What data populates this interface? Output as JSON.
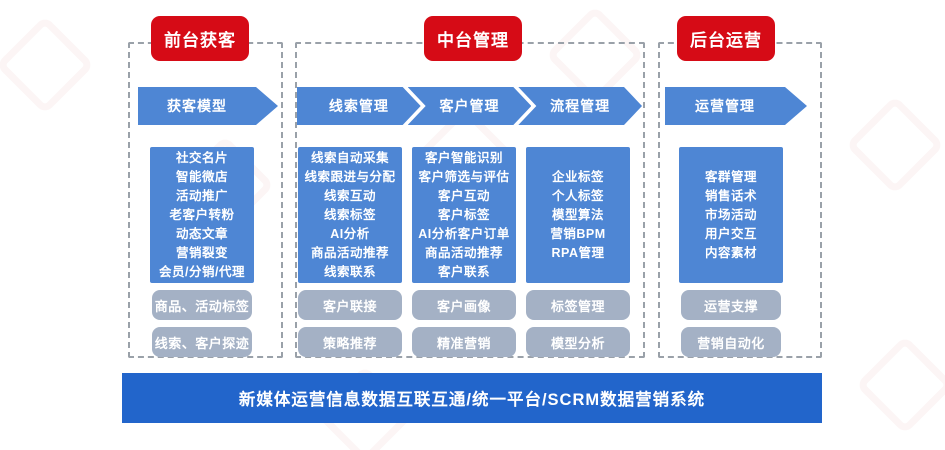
{
  "banner": {
    "text": "新媒体运营信息数据互联互通/统一平台/SCRM数据营销系统"
  },
  "colors": {
    "primary_blue": "#4e86d4",
    "banner_blue": "#2265cb",
    "badge_red": "#d60b16",
    "pill_gray": "#a4b1c5",
    "frame_dash_gray": "#9aa1a9"
  },
  "sections": [
    {
      "badge": "前台获客",
      "arrows": [
        "获客模型"
      ],
      "groups": [
        {
          "items": [
            "社交名片",
            "智能微店",
            "活动推广",
            "老客户转粉",
            "动态文章",
            "营销裂变",
            "会员/分销/代理"
          ],
          "pills": [
            "商品、活动标签",
            "线索、客户探迹"
          ]
        }
      ]
    },
    {
      "badge": "中台管理",
      "arrows": [
        "线索管理",
        "客户管理",
        "流程管理"
      ],
      "groups": [
        {
          "items": [
            "线索自动采集",
            "线索跟进与分配",
            "线索互动",
            "线索标签",
            "AI分析",
            "商品活动推荐",
            "线索联系"
          ],
          "pills": [
            "客户联接",
            "策略推荐"
          ]
        },
        {
          "items": [
            "客户智能识别",
            "客户筛选与评估",
            "客户互动",
            "客户标签",
            "AI分析客户订单",
            "商品活动推荐",
            "客户联系"
          ],
          "pills": [
            "客户画像",
            "精准营销"
          ]
        },
        {
          "items": [
            "企业标签",
            "个人标签",
            "模型算法",
            "营销BPM",
            "RPA管理"
          ],
          "pills": [
            "标签管理",
            "模型分析"
          ]
        }
      ]
    },
    {
      "badge": "后台运营",
      "arrows": [
        "运营管理"
      ],
      "groups": [
        {
          "items": [
            "客群管理",
            "销售话术",
            "市场活动",
            "用户交互",
            "内容素材"
          ],
          "pills": [
            "运营支撑",
            "营销自动化"
          ]
        }
      ]
    }
  ]
}
